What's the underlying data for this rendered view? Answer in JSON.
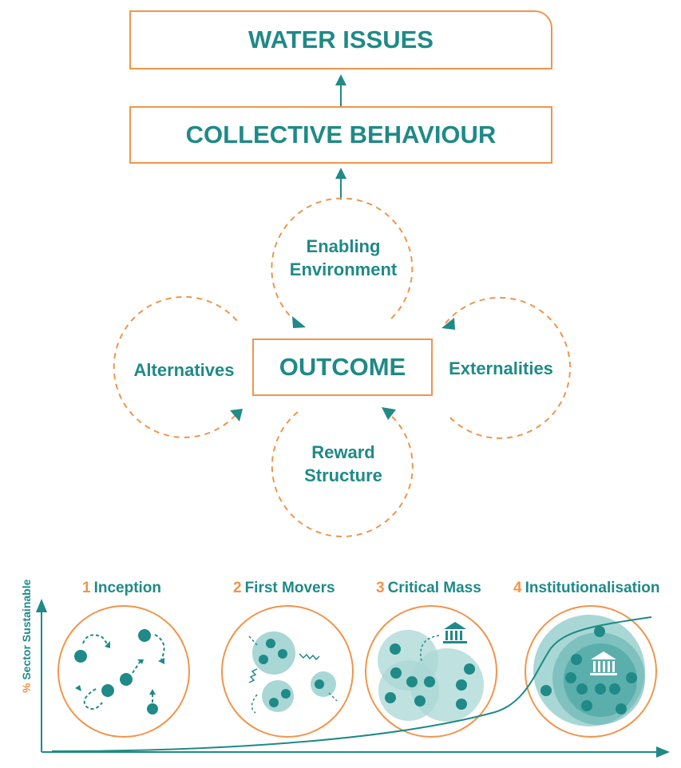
{
  "boxes": {
    "water_issues": "WATER ISSUES",
    "collective_behaviour": "COLLECTIVE BEHAVIOUR",
    "outcome": "OUTCOME"
  },
  "loops": {
    "enabling_environment_line1": "Enabling",
    "enabling_environment_line2": "Environment",
    "alternatives": "Alternatives",
    "externalities": "Externalities",
    "reward_structure_line1": "Reward",
    "reward_structure_line2": "Structure"
  },
  "stages": [
    {
      "num": "1",
      "label": "Inception"
    },
    {
      "num": "2",
      "label": "First Movers"
    },
    {
      "num": "3",
      "label": "Critical Mass"
    },
    {
      "num": "4",
      "label": "Institutionalisation"
    }
  ],
  "y_axis": {
    "percent": "%",
    "label": " Sector Sustainable"
  },
  "colors": {
    "teal": "#1f8a87",
    "orange": "#f0954a",
    "light_teal": "#a9d7d5"
  }
}
